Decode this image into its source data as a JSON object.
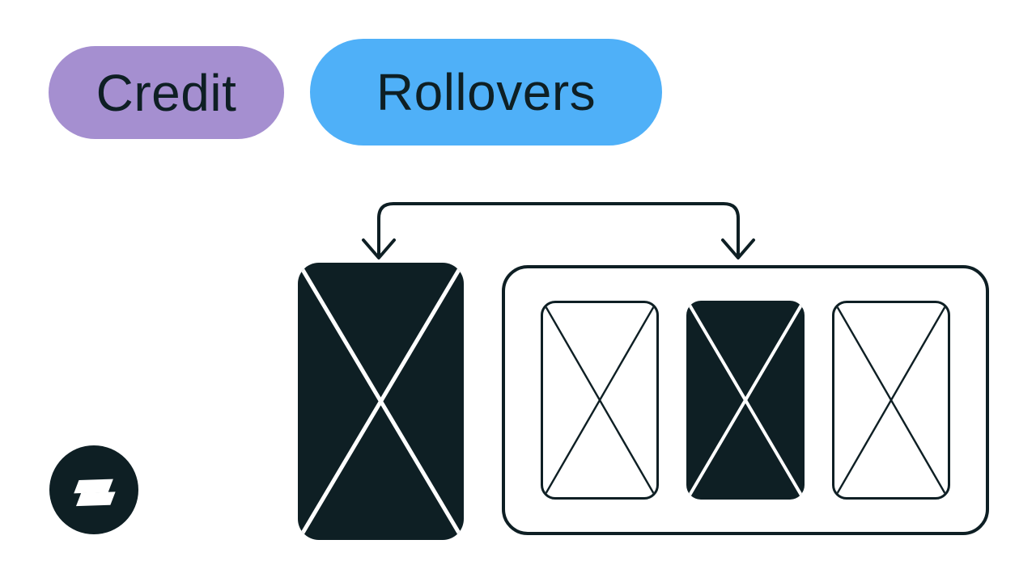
{
  "title_badges": [
    {
      "label": "Credit",
      "color": "#a58fd0"
    },
    {
      "label": "Rollovers",
      "color": "#4fb0f8"
    }
  ],
  "colors": {
    "ink": "#0e1f24",
    "purple": "#a58fd0",
    "blue": "#4fb0f8",
    "background": "#ffffff"
  },
  "diagram": {
    "source_card": {
      "style": "filled",
      "mark": "x-cross"
    },
    "wallet_slots": [
      {
        "style": "outlined",
        "mark": "x-cross"
      },
      {
        "style": "filled",
        "mark": "x-cross"
      },
      {
        "style": "outlined",
        "mark": "x-cross"
      }
    ]
  },
  "logo": {
    "name": "brand-logo"
  }
}
